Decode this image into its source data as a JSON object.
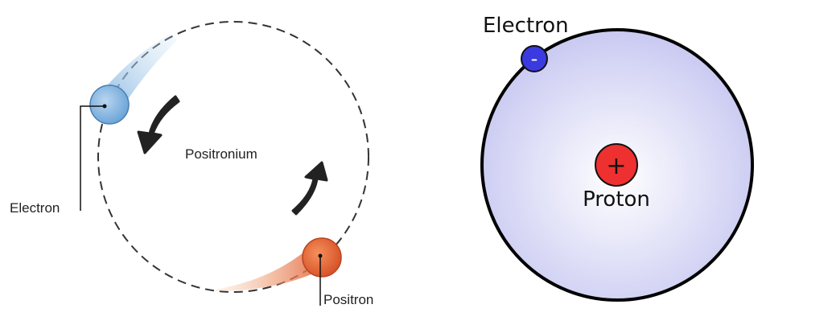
{
  "positronium": {
    "title": "Positronium",
    "electron_label": "Electron",
    "positron_label": "Positron",
    "colors": {
      "electron": "#7fb2e0",
      "positron": "#e2643a",
      "orbit": "#333333",
      "arrow": "#222222"
    }
  },
  "hydrogen": {
    "electron_label": "Electron",
    "electron_sign": "-",
    "proton_label": "Proton",
    "proton_sign": "+",
    "colors": {
      "atom_fill": "#d8d8f6",
      "electron": "#3a3ae0",
      "proton": "#ee3030",
      "outline": "#000000"
    }
  }
}
